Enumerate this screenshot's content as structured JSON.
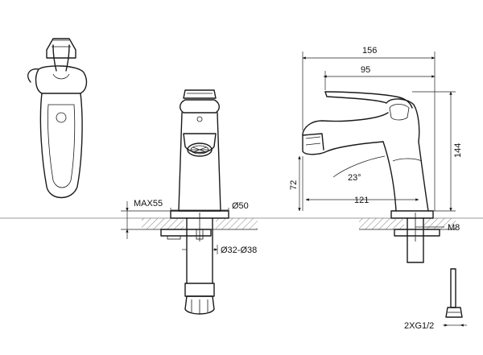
{
  "dimensions": {
    "overall_length": "156",
    "spout_length": "95",
    "outlet_reach": "121",
    "overall_height": "144",
    "outlet_height": "72",
    "spout_angle": "23°",
    "thread": "M8",
    "max_deck_thickness": "MAX55",
    "base_diameter": "Ø50",
    "hole_diameter": "Ø32-Ø38",
    "hose_connection": "2XG1/2"
  }
}
